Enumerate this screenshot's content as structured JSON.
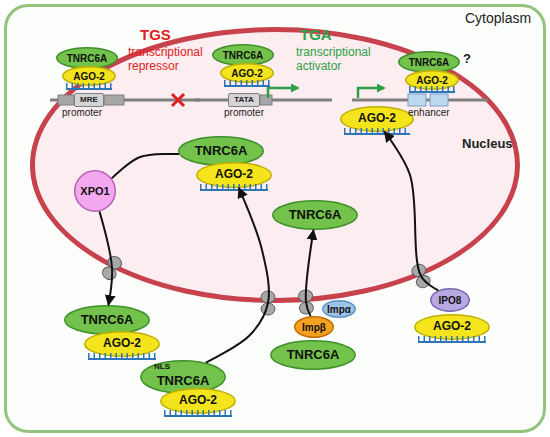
{
  "diagram": {
    "nodes": [
      {
        "text": [
          "Cytoplasm"
        ]
      },
      {
        "text": [
          "Nucleus"
        ],
        "in": 0
      },
      {
        "text": [
          "TNRC6A"
        ],
        "in": 1
      },
      {
        "text": [
          "AGO-2"
        ],
        "in": 1
      },
      {
        "text": [
          "TNRC6A"
        ],
        "in": 1
      },
      {
        "text": [
          "AGO-2"
        ],
        "in": 1
      },
      {
        "text": [
          "TNRC6A"
        ],
        "in": 1
      },
      {
        "text": [
          "AGO-2"
        ],
        "in": 1
      },
      {
        "text": [
          "MRE"
        ],
        "in": 1
      },
      {
        "text": [
          "TATA"
        ],
        "in": 1
      },
      {
        "text": [
          "TNRC6A"
        ],
        "in": 1
      },
      {
        "text": [
          "AGO-2"
        ],
        "in": 1
      },
      {
        "text": [
          "AGO-2"
        ],
        "in": 1
      },
      {
        "text": [
          "XPO1"
        ],
        "in": 0
      },
      {
        "text": [
          "TNRC6A"
        ],
        "in": 1
      },
      {
        "text": [
          "TNRC6A"
        ],
        "in": 0
      },
      {
        "text": [
          "AGO-2"
        ],
        "in": 0
      },
      {
        "text": [
          "NLS",
          "TNRC6A"
        ],
        "in": 0
      },
      {
        "text": [
          "AGO-2"
        ],
        "in": 0
      },
      {
        "text": [
          "Impα"
        ],
        "in": 0
      },
      {
        "text": [
          "Impβ"
        ],
        "in": 0
      },
      {
        "text": [
          "TNRC6A"
        ],
        "in": 0
      },
      {
        "text": [
          "IPO8"
        ],
        "in": 0
      },
      {
        "text": [
          "AGO-2"
        ],
        "in": 0
      }
    ],
    "edges": [
      {
        "from": 10,
        "to": 13,
        "arrow": "none"
      },
      {
        "from": 13,
        "to": 15,
        "arrow": "to"
      },
      {
        "from": 17,
        "to": 11,
        "arrow": "to"
      },
      {
        "from": 20,
        "to": 14,
        "arrow": "to"
      },
      {
        "from": 22,
        "to": 12,
        "arrow": "to"
      }
    ],
    "labels": [
      "TGS",
      "transcriptional repressor",
      "TGA",
      "transcriptional activator",
      "promoter",
      "promoter",
      "?",
      "enhancer"
    ]
  }
}
